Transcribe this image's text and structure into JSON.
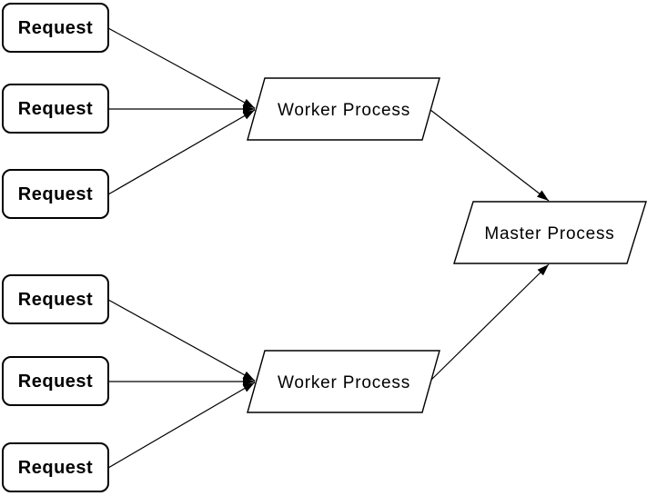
{
  "diagram": {
    "type": "flow-diagram",
    "colors": {
      "background": "#ffffff",
      "node_fill": "#ffffff",
      "stroke": "#000000",
      "text": "#000000"
    },
    "nodes": {
      "requests": [
        {
          "label": "Request"
        },
        {
          "label": "Request"
        },
        {
          "label": "Request"
        },
        {
          "label": "Request"
        },
        {
          "label": "Request"
        },
        {
          "label": "Request"
        }
      ],
      "workers": [
        {
          "label": "Worker Process"
        },
        {
          "label": "Worker Process"
        }
      ],
      "master": {
        "label": "Master Process"
      }
    },
    "edges": [
      {
        "from": "request-1",
        "to": "worker-1"
      },
      {
        "from": "request-2",
        "to": "worker-1"
      },
      {
        "from": "request-3",
        "to": "worker-1"
      },
      {
        "from": "request-4",
        "to": "worker-2"
      },
      {
        "from": "request-5",
        "to": "worker-2"
      },
      {
        "from": "request-6",
        "to": "worker-2"
      },
      {
        "from": "worker-1",
        "to": "master"
      },
      {
        "from": "worker-2",
        "to": "master"
      }
    ]
  }
}
